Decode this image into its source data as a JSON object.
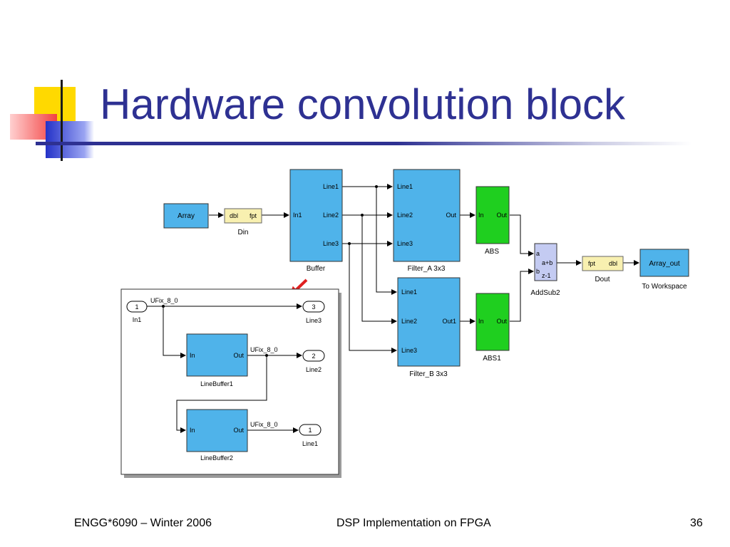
{
  "slide": {
    "title": "Hardware convolution block",
    "footer_left": "ENGG*6090 – Winter 2006",
    "footer_center": "DSP Implementation on FPGA",
    "page_number": "36"
  },
  "colors": {
    "title": "#2e3192",
    "block_blue": "#4fb3ea",
    "block_green": "#1fcf1f",
    "gateway_yellow": "#f8f0b0",
    "arrow_red": "#e02020"
  },
  "diagram": {
    "array": {
      "label": "Array"
    },
    "din": {
      "left": "dbl",
      "right": "fpt",
      "name": "Din"
    },
    "buffer": {
      "in": "In1",
      "out1": "Line1",
      "out2": "Line2",
      "out3": "Line3",
      "name": "Buffer"
    },
    "filter_a": {
      "in1": "Line1",
      "in2": "Line2",
      "in3": "Line3",
      "out": "Out",
      "name": "Filter_A 3x3"
    },
    "filter_b": {
      "in1": "Line1",
      "in2": "Line2",
      "in3": "Line3",
      "out": "Out1",
      "name": "Filter_B 3x3"
    },
    "abs": {
      "in": "In",
      "out": "Out",
      "name": "ABS"
    },
    "abs1": {
      "in": "In",
      "out": "Out",
      "name": "ABS1"
    },
    "addsub": {
      "a": "a",
      "b": "b",
      "expr1": "a+b",
      "expr2": "z-1",
      "name": "AddSub2"
    },
    "dout": {
      "left": "fpt",
      "right": "dbl",
      "name": "Dout"
    },
    "array_out": {
      "label": "Array_out",
      "name": "To Workspace"
    },
    "subsystem": {
      "in1": {
        "num": "1",
        "name": "In1"
      },
      "line3": {
        "num": "3",
        "name": "Line3"
      },
      "line2": {
        "num": "2",
        "name": "Line2"
      },
      "line1": {
        "num": "1",
        "name": "Line1"
      },
      "lb1": {
        "in": "In",
        "out": "Out",
        "name": "LineBuffer1"
      },
      "lb2": {
        "in": "In",
        "out": "Out",
        "name": "LineBuffer2"
      },
      "sig1": "UFix_8_0",
      "sig2": "UFix_8_0",
      "sig3": "UFix_8_0"
    }
  }
}
